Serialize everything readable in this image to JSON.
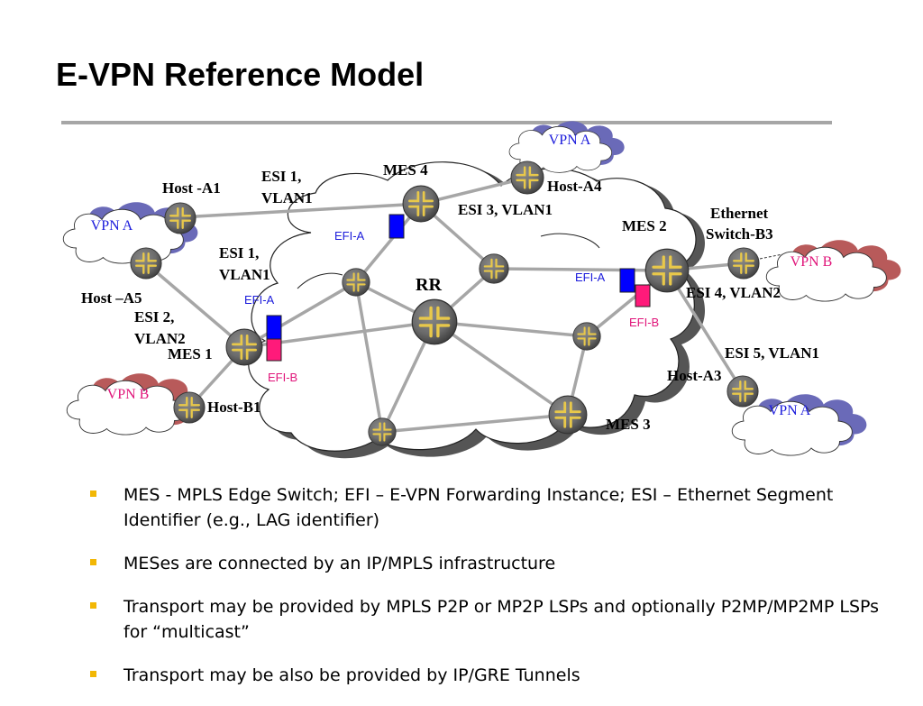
{
  "slide": {
    "title": "E-VPN Reference Model"
  },
  "diagram": {
    "clouds": {
      "vpn_a_top": "VPN A",
      "vpn_a_left": "VPN A",
      "vpn_b_left": "VPN B",
      "vpn_b_right": "VPN B",
      "vpn_a_right": "VPN A"
    },
    "labels": {
      "host_a1": "Host -A1",
      "esi1_vlan1_top_l1": "ESI 1,",
      "esi1_vlan1_top_l2": "VLAN1",
      "mes4": "MES 4",
      "host_a4": "Host-A4",
      "esi3_vlan1": "ESI 3, VLAN1",
      "ethernet_switch_b3_l1": "Ethernet",
      "ethernet_switch_b3_l2": "Switch-B3",
      "mes2": "MES 2",
      "esi1_vlan1_mid_l1": "ESI 1,",
      "esi1_vlan1_mid_l2": "VLAN1",
      "rr": "RR",
      "esi4_vlan2": "ESI 4, VLAN2",
      "host_a5": "Host –A5",
      "esi2_vlan2_l1": "ESI 2,",
      "esi2_vlan2_l2": "VLAN2",
      "mes1": "MES 1",
      "esi5_vlan1": "ESI 5, VLAN1",
      "host_a3": "Host-A3",
      "host_b1": "Host-B1",
      "mes3": "MES 3"
    },
    "efi": {
      "mes4_a": "EFI-A",
      "mes1_a": "EFI-A",
      "mes1_b": "EFI-B",
      "mes2_a": "EFI-A",
      "mes2_b": "EFI-B"
    },
    "colors": {
      "efi_a": "#0000ff",
      "efi_b": "#ff1a7a",
      "links": "#a6a6a6",
      "vpn_a_shadow": "#6a6ab8",
      "vpn_b_shadow": "#b85a5a",
      "core_shadow": "#555555"
    }
  },
  "bullets": [
    "MES -  MPLS Edge Switch; EFI – E-VPN Forwarding Instance; ESI – Ethernet Segment Identifier (e.g., LAG identifier)",
    "MESes are connected by an IP/MPLS infrastructure",
    "Transport may be provided by MPLS P2P or MP2P LSPs and optionally P2MP/MP2MP LSPs for “multicast”",
    "Transport may be also be provided by IP/GRE Tunnels"
  ],
  "bullet_color": "#f2b705"
}
